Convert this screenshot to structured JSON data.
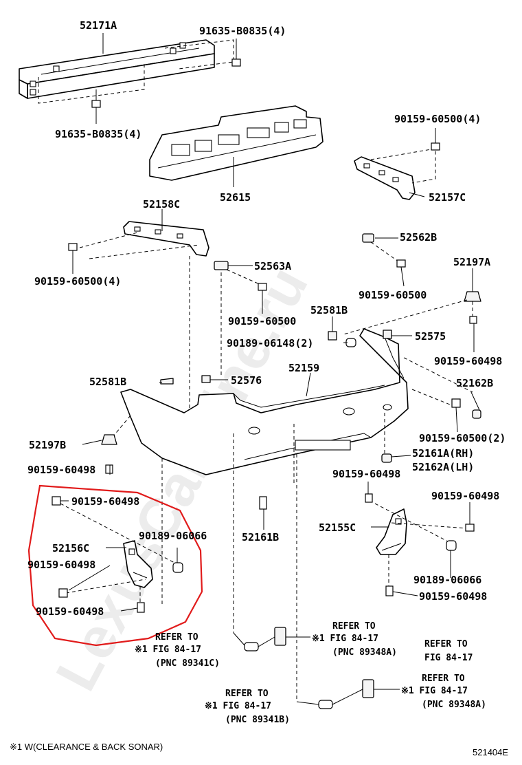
{
  "diagram": {
    "watermark": "LexusCarMine.ru",
    "footnote": "※1 W(CLEARANCE & BACK SONAR)",
    "figure_code": "521404E",
    "parts": [
      {
        "id": "p-52171a",
        "label": "52171A"
      },
      {
        "id": "p-91635-top",
        "label": "91635-B0835(4)"
      },
      {
        "id": "p-91635-left",
        "label": "91635-B0835(4)"
      },
      {
        "id": "p-52615",
        "label": "52615"
      },
      {
        "id": "p-90159-60500-4-right",
        "label": "90159-60500(4)"
      },
      {
        "id": "p-52157c",
        "label": "52157C"
      },
      {
        "id": "p-52158c",
        "label": "52158C"
      },
      {
        "id": "p-52562b",
        "label": "52562B"
      },
      {
        "id": "p-90159-60500-4-left",
        "label": "90159-60500(4)"
      },
      {
        "id": "p-52563a",
        "label": "52563A"
      },
      {
        "id": "p-52197a",
        "label": "52197A"
      },
      {
        "id": "p-90159-60500-a",
        "label": "90159-60500"
      },
      {
        "id": "p-90159-60500-b",
        "label": "90159-60500"
      },
      {
        "id": "p-52581b-top",
        "label": "52581B"
      },
      {
        "id": "p-90189-06148",
        "label": "90189-06148(2)"
      },
      {
        "id": "p-52575",
        "label": "52575"
      },
      {
        "id": "p-90159-60498-r1",
        "label": "90159-60498"
      },
      {
        "id": "p-52159",
        "label": "52159"
      },
      {
        "id": "p-52581b-left",
        "label": "52581B"
      },
      {
        "id": "p-52576",
        "label": "52576"
      },
      {
        "id": "p-52162b",
        "label": "52162B"
      },
      {
        "id": "p-90159-60500-2",
        "label": "90159-60500(2)"
      },
      {
        "id": "p-52197b",
        "label": "52197B"
      },
      {
        "id": "p-52161a",
        "label": "52161A(RH)"
      },
      {
        "id": "p-52162a",
        "label": "52162A(LH)"
      },
      {
        "id": "p-90159-60498-l1",
        "label": "90159-60498"
      },
      {
        "id": "p-90159-60498-c1",
        "label": "90159-60498"
      },
      {
        "id": "p-90159-60498-l2",
        "label": "90159-60498"
      },
      {
        "id": "p-90159-60498-r2",
        "label": "90159-60498"
      },
      {
        "id": "p-90189-06066-l",
        "label": "90189-06066"
      },
      {
        "id": "p-52161b",
        "label": "52161B"
      },
      {
        "id": "p-52155c",
        "label": "52155C"
      },
      {
        "id": "p-52156c",
        "label": "52156C"
      },
      {
        "id": "p-90159-60498-l3",
        "label": "90159-60498"
      },
      {
        "id": "p-90189-06066-r",
        "label": "90189-06066"
      },
      {
        "id": "p-90159-60498-l4",
        "label": "90159-60498"
      },
      {
        "id": "p-90159-60498-r3",
        "label": "90159-60498"
      }
    ],
    "refs": {
      "c": {
        "line1": "REFER TO",
        "line2": "※1 FIG 84-17",
        "line3": "(PNC 89341C)"
      },
      "a1": {
        "line1": "REFER TO",
        "line2": "※1 FIG 84-17",
        "line3": "(PNC 89348A)"
      },
      "a2": {
        "line1": "REFER TO",
        "line2": "FIG 84-17"
      },
      "b": {
        "line1": "REFER TO",
        "line2": "※1 FIG 84-17",
        "line3": "(PNC 89341B)"
      },
      "a3": {
        "line1": "REFER TO",
        "line2": "※1 FIG 84-17",
        "line3": "(PNC 89348A)"
      }
    }
  }
}
